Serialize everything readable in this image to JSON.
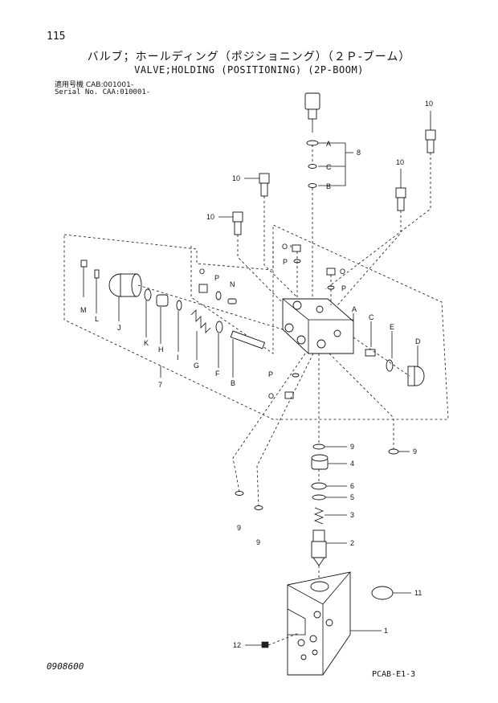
{
  "header": {
    "page_number": "115",
    "title_jp": "バルブ；ホールディング（ポジショニング）（２Ｐ-ブーム）",
    "title_en": "VALVE;HOLDING (POSITIONING) (2P-BOOM)",
    "serial_line_1": "適用号機 CAB:001001-",
    "serial_line_2": "Serial No. CAA:010001-"
  },
  "footer": {
    "code_left": "0908600",
    "code_right": "PCAB-E1-3"
  },
  "callouts": {
    "n1": "1",
    "n2": "2",
    "n3": "3",
    "n4": "4",
    "n5": "5",
    "n6": "6",
    "n7": "7",
    "n8": "8",
    "n9": "9",
    "n10": "10",
    "n11": "11",
    "n12": "12",
    "A": "A",
    "B": "B",
    "C": "C",
    "D": "D",
    "E": "E",
    "F": "F",
    "G": "G",
    "H": "H",
    "I": "I",
    "J": "J",
    "K": "K",
    "L": "L",
    "M": "M",
    "N": "N",
    "O": "O",
    "P": "P"
  }
}
